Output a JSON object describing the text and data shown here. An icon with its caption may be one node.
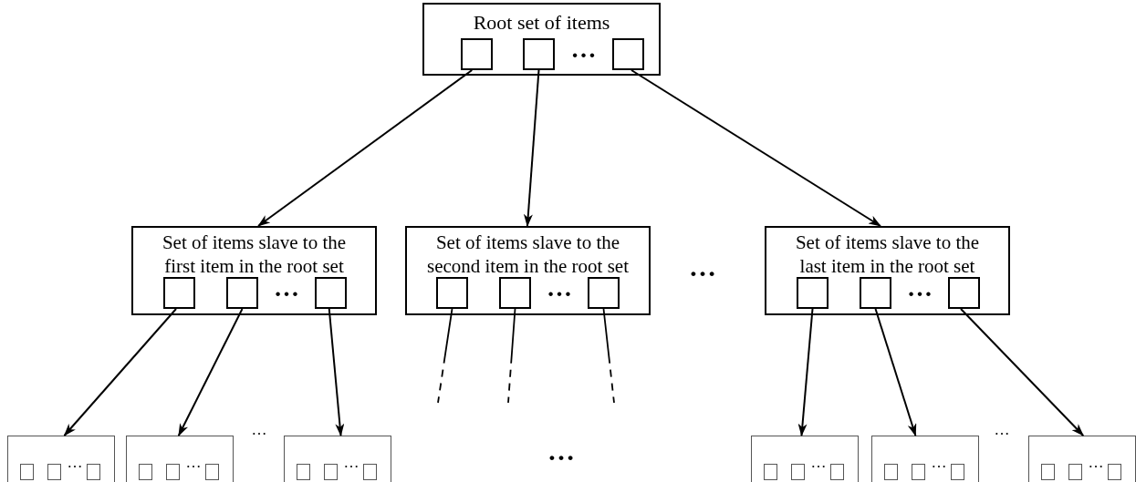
{
  "diagram": {
    "nodes": [
      {
        "text": [
          "Root set of items",
          "…"
        ]
      },
      {
        "text": [],
        "shape": "box",
        "in": 0
      },
      {
        "text": [],
        "shape": "box",
        "in": 0
      },
      {
        "text": [],
        "shape": "box",
        "in": 0
      },
      {
        "text": [
          "Set of items slave to the first item in the root set",
          "…"
        ]
      },
      {
        "text": [],
        "shape": "box",
        "in": 4
      },
      {
        "text": [],
        "shape": "box",
        "in": 4
      },
      {
        "text": [],
        "shape": "box",
        "in": 4
      },
      {
        "text": [
          "Set of items slave to the second item in the root set",
          "…"
        ]
      },
      {
        "text": [],
        "shape": "box",
        "in": 8
      },
      {
        "text": [],
        "shape": "box",
        "in": 8
      },
      {
        "text": [],
        "shape": "box",
        "in": 8
      },
      {
        "text": [
          "Set of items slave to the last item in the root set",
          "…"
        ]
      },
      {
        "text": [],
        "shape": "box",
        "in": 12
      },
      {
        "text": [],
        "shape": "box",
        "in": 12
      },
      {
        "text": [],
        "shape": "box",
        "in": 12
      },
      {
        "text": [
          "…"
        ]
      },
      {
        "text": [],
        "shape": "box",
        "in": 16
      },
      {
        "text": [],
        "shape": "box",
        "in": 16
      },
      {
        "text": [],
        "shape": "box",
        "in": 16
      },
      {
        "text": [
          "…"
        ]
      },
      {
        "text": [],
        "shape": "box",
        "in": 20
      },
      {
        "text": [],
        "shape": "box",
        "in": 20
      },
      {
        "text": [],
        "shape": "box",
        "in": 20
      },
      {
        "text": [
          "…"
        ]
      },
      {
        "text": [],
        "shape": "box",
        "in": 24
      },
      {
        "text": [],
        "shape": "box",
        "in": 24
      },
      {
        "text": [],
        "shape": "box",
        "in": 24
      },
      {
        "text": [
          "…"
        ]
      },
      {
        "text": [],
        "shape": "box",
        "in": 28
      },
      {
        "text": [],
        "shape": "box",
        "in": 28
      },
      {
        "text": [],
        "shape": "box",
        "in": 28
      },
      {
        "text": [
          "…"
        ]
      },
      {
        "text": [],
        "shape": "box",
        "in": 32
      },
      {
        "text": [],
        "shape": "box",
        "in": 32
      },
      {
        "text": [],
        "shape": "box",
        "in": 32
      },
      {
        "text": [
          "…"
        ]
      },
      {
        "text": [],
        "shape": "box",
        "in": 36
      },
      {
        "text": [],
        "shape": "box",
        "in": 36
      },
      {
        "text": [],
        "shape": "box",
        "in": 36
      }
    ],
    "edges": [
      {
        "from": 1,
        "to": 4,
        "arrow": "to"
      },
      {
        "from": 2,
        "to": 8,
        "arrow": "to"
      },
      {
        "from": 3,
        "to": 12,
        "arrow": "to"
      },
      {
        "from": 5,
        "to": 16,
        "arrow": "to"
      },
      {
        "from": 6,
        "to": 20,
        "arrow": "to"
      },
      {
        "from": 7,
        "to": 24,
        "arrow": "to"
      },
      {
        "from": 9,
        "to": null,
        "arrow": "none",
        "style": "dashed"
      },
      {
        "from": 10,
        "to": null,
        "arrow": "none",
        "style": "dashed"
      },
      {
        "from": 11,
        "to": null,
        "arrow": "none",
        "style": "dashed"
      },
      {
        "from": 13,
        "to": 28,
        "arrow": "to"
      },
      {
        "from": 14,
        "to": 32,
        "arrow": "to"
      },
      {
        "from": 15,
        "to": 36,
        "arrow": "to"
      }
    ],
    "labels": [
      "…",
      "…",
      "…",
      "…"
    ]
  }
}
